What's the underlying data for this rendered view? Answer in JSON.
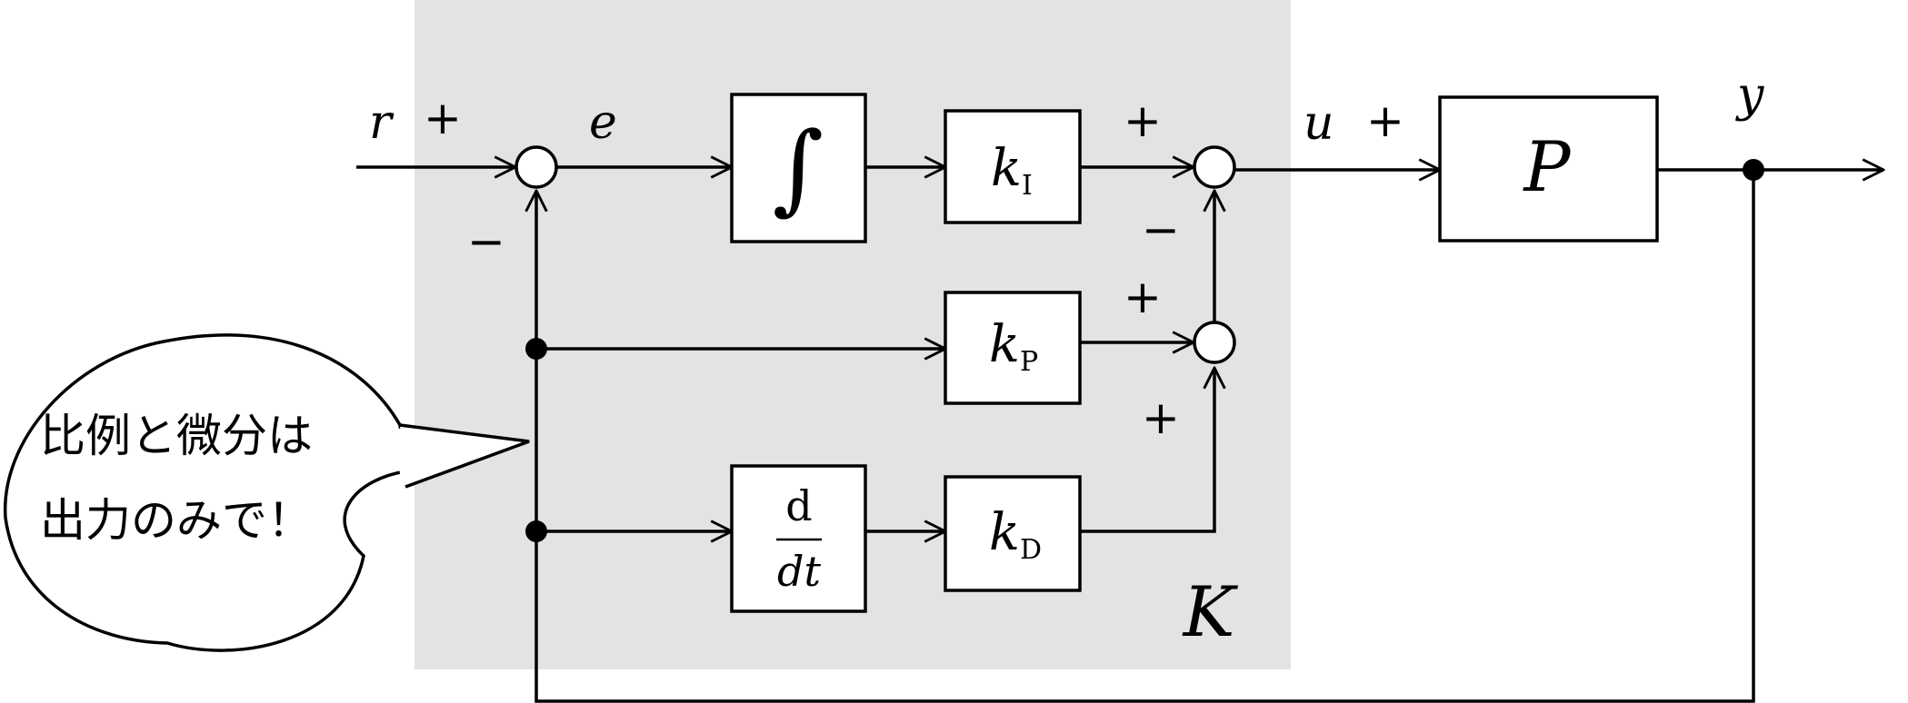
{
  "signals": {
    "reference": "r",
    "error": "e",
    "control": "u",
    "output": "y"
  },
  "blocks": {
    "integrator": "∫",
    "derivative_top": "d",
    "derivative_bottom": "dt",
    "ki_main": "k",
    "ki_sub": "I",
    "kp_main": "k",
    "kp_sub": "P",
    "kd_main": "k",
    "kd_sub": "D",
    "plant": "P",
    "controller": "K"
  },
  "signs": {
    "sum1_ref": "+",
    "sum1_feedback": "−",
    "sum3_integral": "+",
    "sum3_pd": "−",
    "sum2_p": "+",
    "sum2_d": "+",
    "plant_input": "+"
  },
  "callout": {
    "line1": "比例と微分は",
    "line2": "出力のみで！"
  },
  "colors": {
    "controller_region": "#e3e3e3",
    "stroke": "#000000",
    "background": "#ffffff"
  }
}
